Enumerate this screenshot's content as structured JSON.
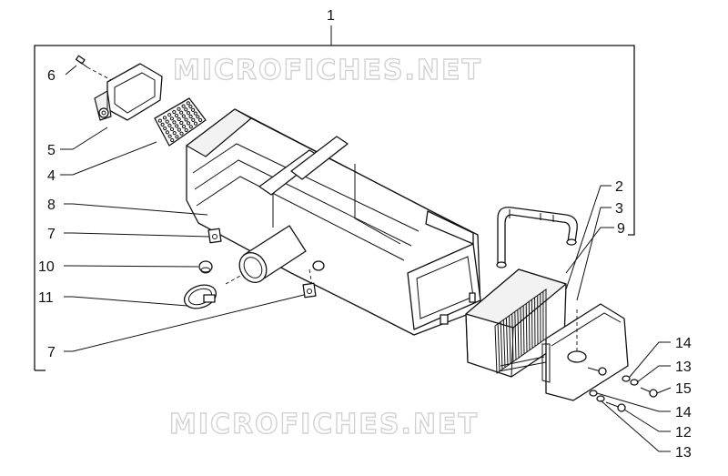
{
  "watermark": {
    "top": "MICROFICHES.NET",
    "bottom": "MICROFICHES.NET"
  },
  "callouts": {
    "c1": "1",
    "c2": "2",
    "c3": "3",
    "c4": "4",
    "c5": "5",
    "c6": "6",
    "c7a": "7",
    "c7b": "7",
    "c8": "8",
    "c9": "9",
    "c10": "10",
    "c11": "11",
    "c12": "12",
    "c13a": "13",
    "c13b": "13",
    "c14a": "14",
    "c14b": "14",
    "c15": "15"
  }
}
